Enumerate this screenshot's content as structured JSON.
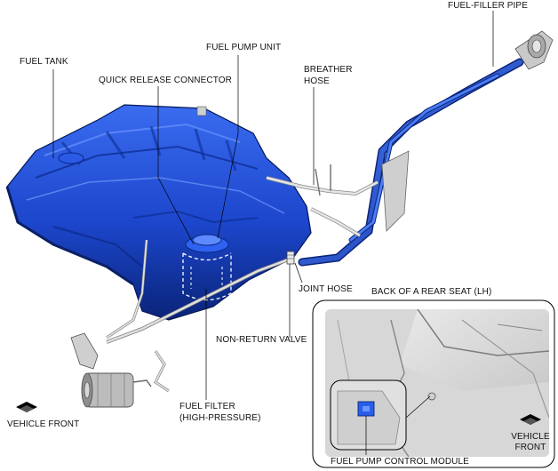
{
  "labels": {
    "fuel_filler_pipe": "FUEL-FILLER PIPE",
    "fuel_pump_unit": "FUEL PUMP UNIT",
    "fuel_tank": "FUEL TANK",
    "quick_release_connector": "QUICK RELEASE CONNECTOR",
    "breather_hose_line1": "BREATHER",
    "breather_hose_line2": "HOSE",
    "joint_hose": "JOINT HOSE",
    "back_of_rear_seat": "BACK OF A REAR SEAT (LH)",
    "non_return_valve": "NON-RETURN VALVE",
    "fuel_filter_line1": "FUEL FILTER",
    "fuel_filter_line2": "(HIGH-PRESSURE)",
    "vehicle_front_left": "VEHICLE FRONT",
    "vehicle_front_right_line1": "VEHICLE",
    "vehicle_front_right_line2": "FRONT",
    "fuel_pump_control_module": "FUEL PUMP CONTROL MODULE"
  },
  "colors": {
    "tank_blue": "#1f4fd6",
    "tank_dark": "#0b2a8a",
    "pipe_gray": "#d8d8d8",
    "leader_line": "#000000"
  }
}
